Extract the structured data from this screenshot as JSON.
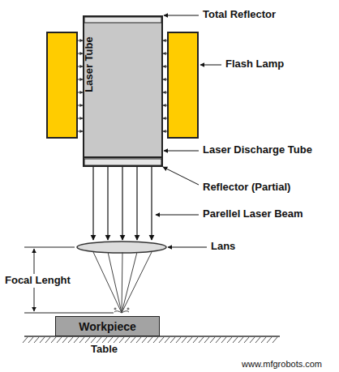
{
  "diagram": {
    "nodes": [
      {
        "text": [
          "Laser Tube"
        ]
      },
      {
        "text": [
          "Workpiece"
        ]
      }
    ],
    "labels": [
      "Total Reflector",
      "Flash Lamp",
      "Laser Discharge Tube",
      "Reflector (Partial)",
      "Parellel Laser Beam",
      "Lans",
      "Focal Lenght",
      "Table",
      "www.mfgrobots.com"
    ]
  }
}
